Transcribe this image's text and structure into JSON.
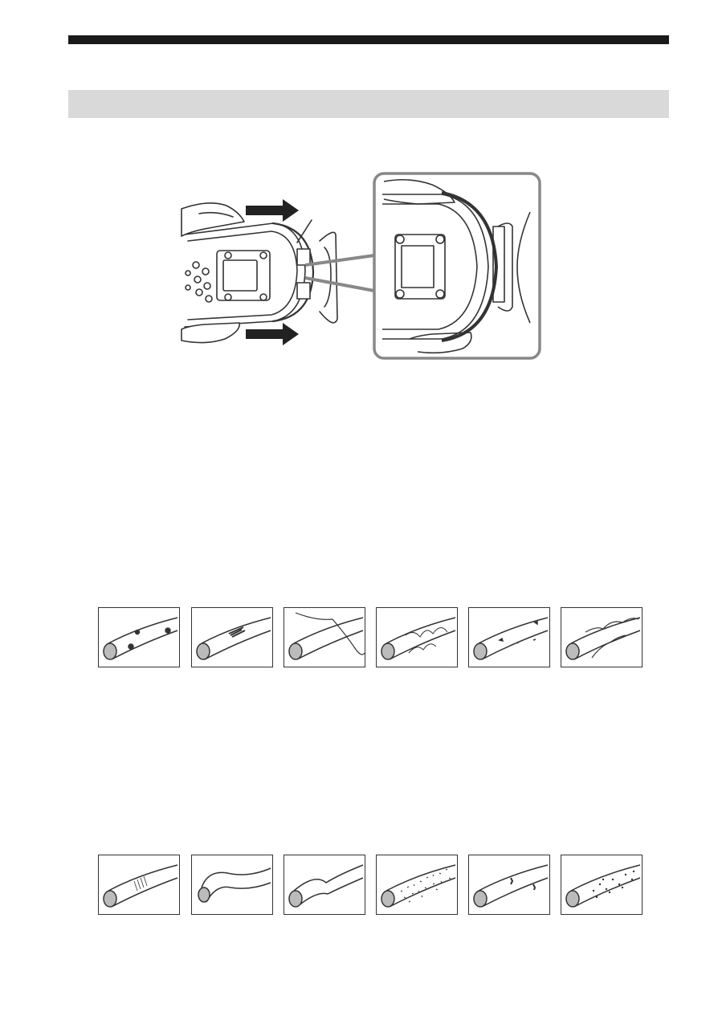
{
  "header": {
    "rule_color": "#1a1a1a",
    "section_bar_color": "#d9d9d9"
  },
  "illustration": {
    "stroke": "#333333",
    "fill": "#ffffff",
    "arrow_color": "#222222",
    "zoom_frame_color": "#888888"
  },
  "defect_strips": [
    {
      "panels": [
        "oring-spots",
        "oring-smudge",
        "oring-hair",
        "oring-lint",
        "oring-grit",
        "oring-fibers"
      ]
    },
    {
      "panels": [
        "oring-scratch",
        "oring-bent",
        "oring-deformed",
        "oring-sand",
        "oring-crack",
        "oring-particles"
      ]
    }
  ]
}
